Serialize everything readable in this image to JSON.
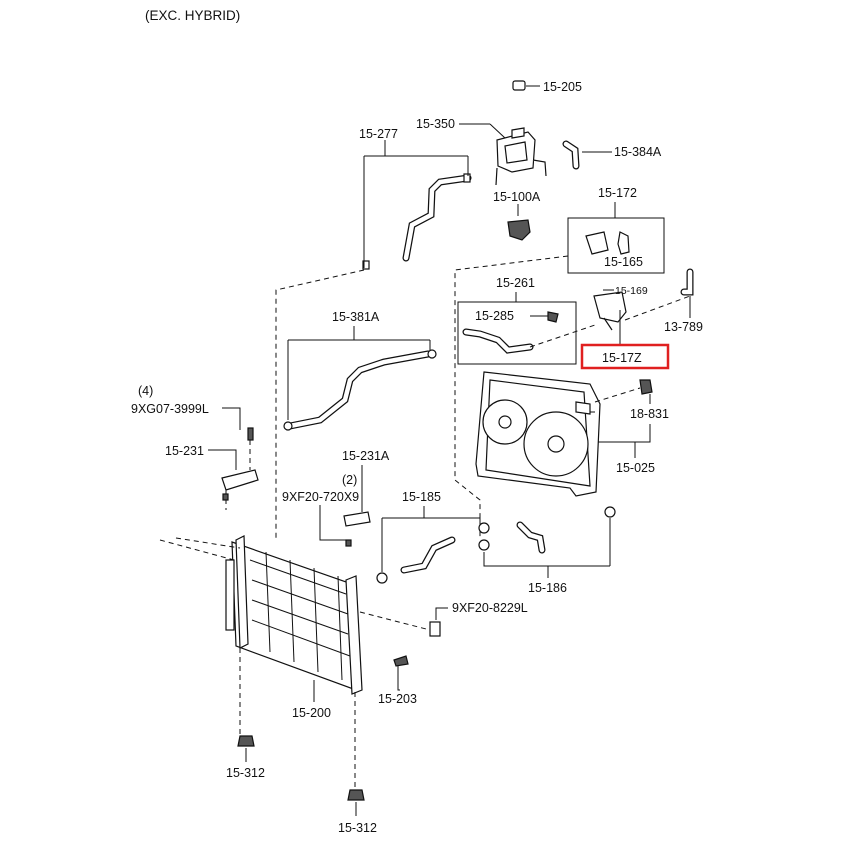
{
  "header": {
    "title": "(EXC. HYBRID)"
  },
  "labels": {
    "p15_205": "15-205",
    "p15_350": "15-350",
    "p15_384A": "15-384A",
    "p15_277": "15-277",
    "p15_100A": "15-100A",
    "p15_172": "15-172",
    "p15_165": "15-165",
    "p15_261": "15-261",
    "p15_169": "15-169",
    "p13_789": "13-789",
    "p15_285": "15-285",
    "p15_17Z": "15-17Z",
    "p15_381A": "15-381A",
    "p4": "(4)",
    "p9XG07": "9XG07-3999L",
    "p18_831": "18-831",
    "p15_231": "15-231",
    "p15_231A": "15-231A",
    "p15_025": "15-025",
    "p2": "(2)",
    "p9XF20_720": "9XF20-720X9",
    "p15_185": "15-185",
    "p15_186": "15-186",
    "p9XF20_8229": "9XF20-8229L",
    "p15_203": "15-203",
    "p15_200": "15-200",
    "p15_312a": "15-312",
    "p15_312b": "15-312"
  },
  "highlight": {
    "part": "15-17Z",
    "color": "#e02020"
  }
}
